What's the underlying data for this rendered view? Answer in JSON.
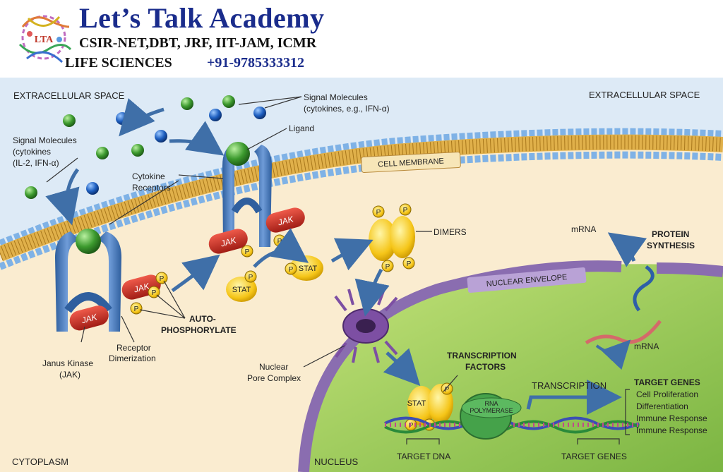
{
  "header": {
    "title": "Let’s Talk Academy",
    "exams": "CSIR-NET,DBT, JRF, IIT-JAM, ICMR",
    "subject": "LIFE SCIENCES",
    "phone": "+91-9785333312",
    "logo_text": "LTA"
  },
  "regions": {
    "extracellular_left": "EXTRACELLULAR SPACE",
    "extracellular_right": "EXTRACELLULAR SPACE",
    "cytoplasm": "CYTOPLASM",
    "nucleus": "NUCLEUS",
    "cell_membrane": "CELL MEMBRANE",
    "nuclear_envelope": "NUCLEAR ENVELOPE"
  },
  "labels": {
    "signal_right_1": "Signal Molecules",
    "signal_right_2": "(cytokines, e.g., IFN-α)",
    "signal_left_1": "Signal Molecules",
    "signal_left_2": "(cytokines",
    "signal_left_3": "(IL-2, IFN-α)",
    "ligand": "Ligand",
    "cytokine_1": "Cytokine",
    "cytokine_2": "Receptors",
    "jak_1": "Janus Kinase",
    "jak_2": "(JAK)",
    "dimerization_1": "Receptor",
    "dimerization_2": "Dimerization",
    "auto_1": "AUTO-",
    "auto_2": "PHOSPHORYLATE",
    "dimers": "DIMERS",
    "mrna_top": "mRNA",
    "protein_1": "PROTEIN",
    "protein_2": "SYNTHESIS",
    "mrna_mid": "mRNA",
    "pore_1": "Nuclear",
    "pore_2": "Pore Complex",
    "tf_1": "TRANSCRIPTION",
    "tf_2": "FACTORS",
    "transcription": "TRANSCRIPTION",
    "rna_pol_1": "RNA",
    "rna_pol_2": "POLYMERASE",
    "target_dna": "TARGET DNA",
    "target_genes_bottom": "TARGET GENES"
  },
  "tags": {
    "jak": "JAK",
    "stat": "STAT",
    "p": "P"
  },
  "target_genes": {
    "title": "TARGET GENES",
    "items": [
      "Cell Proliferation",
      "Differentiation",
      "Immune Response",
      "Immune Response"
    ]
  },
  "colors": {
    "brand_blue": "#1a2c8c",
    "jak_red": "#c62828",
    "stat_yellow": "#f5c518",
    "receptor_blue": "#4a78b8",
    "nucleus_green": "#8cc34b",
    "envelope_purple": "#8a6db0",
    "cytoplasm": "#faecd0",
    "extracellular": "#ddeaf6"
  }
}
